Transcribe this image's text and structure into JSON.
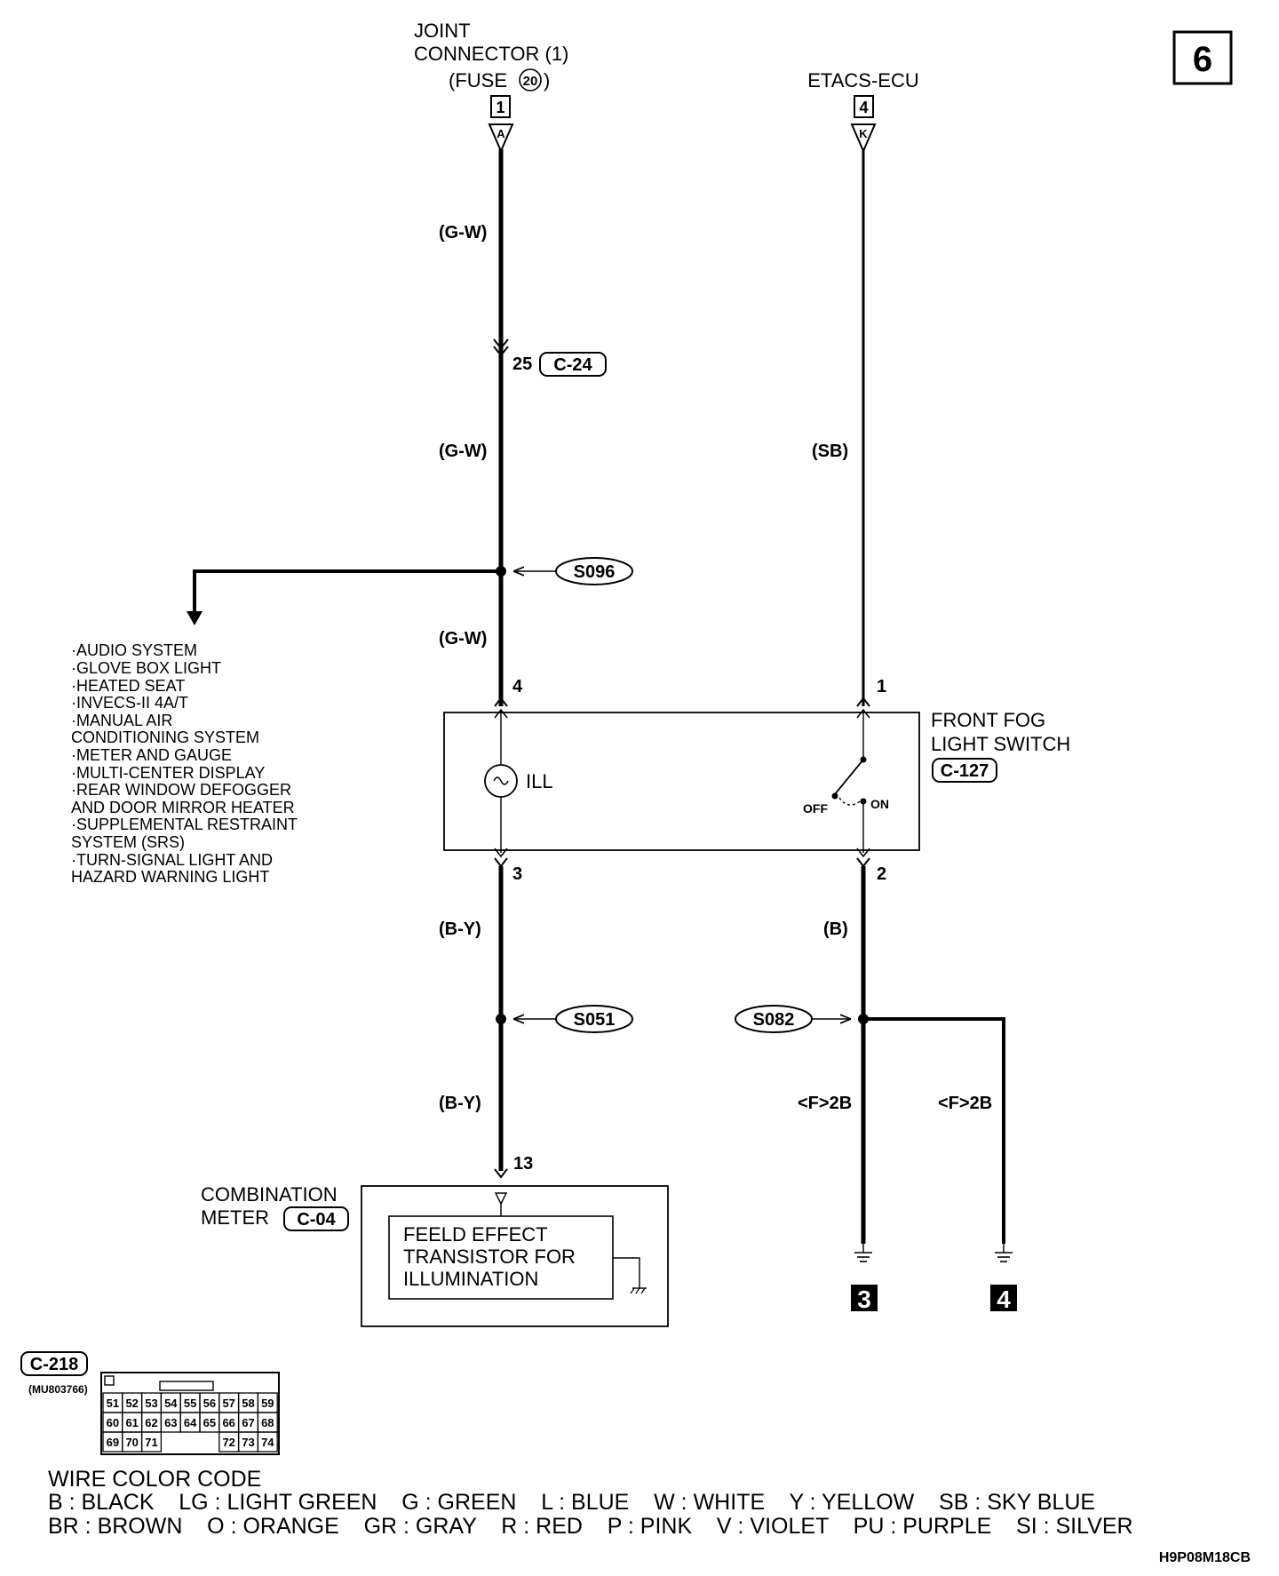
{
  "page_number": "6",
  "diagram_code": "H9P08M18CB",
  "joint_connector": {
    "title_line1": "JOINT",
    "title_line2": "CONNECTOR (1)",
    "fuse_prefix": "(FUSE",
    "fuse_number": "20",
    "fuse_suffix": ")",
    "page_ref": "1",
    "connector_letter": "A"
  },
  "etacs": {
    "title": "ETACS-ECU",
    "page_ref": "4",
    "connector_letter": "K"
  },
  "wires": {
    "gw_top": "(G-W)",
    "gw_mid": "(G-W)",
    "gw_low": "(G-W)",
    "sb": "(SB)",
    "by_top": "(B-Y)",
    "by_low": "(B-Y)",
    "b": "(B)",
    "f2b_left": "<F>2B",
    "f2b_right": "<F>2B"
  },
  "connector_c24": {
    "pin": "25",
    "label": "C-24"
  },
  "splices": {
    "s096": "S096",
    "s051": "S051",
    "s082": "S082"
  },
  "branch_list": [
    "·AUDIO SYSTEM",
    "·GLOVE BOX LIGHT",
    "·HEATED SEAT",
    "·INVECS-II 4A/T",
    "·MANUAL AIR",
    " CONDITIONING SYSTEM",
    "·METER AND GAUGE",
    "·MULTI-CENTER DISPLAY",
    "·REAR WINDOW DEFOGGER",
    " AND DOOR MIRROR HEATER",
    "·SUPPLEMENTAL RESTRAINT",
    " SYSTEM (SRS)",
    "·TURN-SIGNAL LIGHT AND",
    " HAZARD WARNING LIGHT"
  ],
  "fog_switch": {
    "title_line1": "FRONT FOG",
    "title_line2": "LIGHT SWITCH",
    "connector": "C-127",
    "ill": "ILL",
    "off": "OFF",
    "on": "ON",
    "pin_4": "4",
    "pin_1": "1",
    "pin_3": "3",
    "pin_2": "2"
  },
  "combination_meter": {
    "title_line1": "COMBINATION",
    "title_line2": "METER",
    "connector": "C-04",
    "pin": "13",
    "inner_line1": "FEELD EFFECT",
    "inner_line2": "TRANSISTOR FOR",
    "inner_line3": "ILLUMINATION"
  },
  "grounds": {
    "left": "3",
    "right": "4"
  },
  "connector_c218": {
    "label": "C-218",
    "part_no": "(MU803766)",
    "rows": [
      [
        "51",
        "52",
        "53",
        "54",
        "55",
        "56",
        "57",
        "58",
        "59"
      ],
      [
        "60",
        "61",
        "62",
        "63",
        "64",
        "65",
        "66",
        "67",
        "68"
      ],
      [
        "69",
        "70",
        "71",
        "",
        "",
        "",
        "72",
        "73",
        "74"
      ]
    ]
  },
  "wire_color_code": {
    "title": "WIRE COLOR CODE",
    "line1": "B : BLACK    LG : LIGHT GREEN    G : GREEN    L : BLUE    W : WHITE    Y : YELLOW    SB : SKY BLUE",
    "line2": "BR : BROWN    O : ORANGE    GR : GRAY    R : RED    P : PINK    V : VIOLET    PU : PURPLE    SI : SILVER"
  }
}
